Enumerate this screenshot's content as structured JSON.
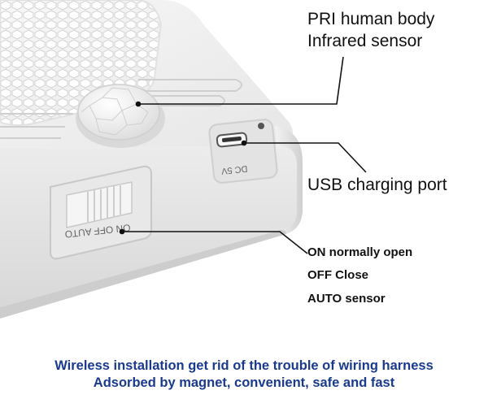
{
  "labels": {
    "sensor_line1": "PRI human body",
    "sensor_line2": "Infrared sensor",
    "usb": "USB charging port",
    "mode_on": "ON normally open",
    "mode_off": "OFF  Close",
    "mode_auto": "AUTO  sensor"
  },
  "device": {
    "switch_text": "ON  OFF AUTO",
    "port_text": "DC 5V"
  },
  "footer": {
    "line1": "Wireless installation get rid of the trouble of wiring harness",
    "line2": "Adsorbed by magnet, convenient, safe and fast"
  },
  "colors": {
    "background": "#ffffff",
    "footer_text": "#1a3a8f",
    "device_body": "#e9e9e9",
    "lens_pattern": "#d9d9d9"
  }
}
